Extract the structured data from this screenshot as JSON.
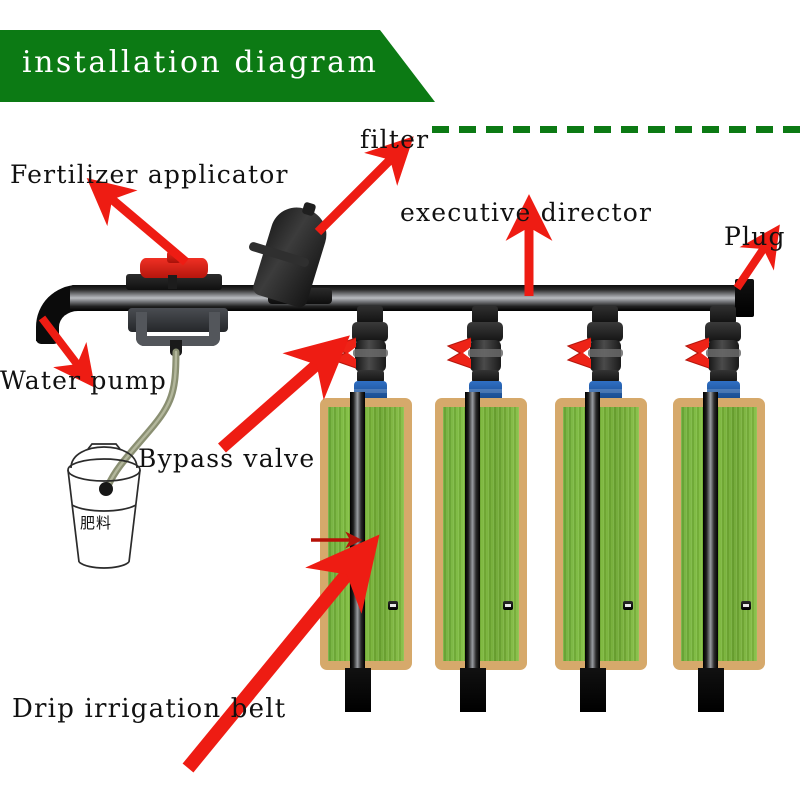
{
  "banner": {
    "title": "installation diagram",
    "bg_color": "#0c7a14",
    "text_color": "#ffffff",
    "dash_color": "#0c7a14"
  },
  "labels": {
    "fertilizer_applicator": "Fertilizer applicator",
    "filter": "filter",
    "executive_director": "executive director",
    "plug": "Plug",
    "water_pump": "Water pump",
    "bypass_valve": "Bypass valve",
    "drip_irrigation_belt": "Drip irrigation belt",
    "bucket_cn": "肥料"
  },
  "colors": {
    "arrow_red": "#ee1c13",
    "inner_arrow_red": "#b61108",
    "valve_handle_red": "#ee2317",
    "valve_body_black": "#1a1a1a",
    "collar_blue": "#2f6fc4",
    "panel_border_tan": "#d6a96b",
    "grass_green": "#7cba3c",
    "pipe_black": "#0b0b0b",
    "pipe_highlight": "#b9bcc0"
  },
  "diagram": {
    "type": "irrigation-installation-diagram",
    "main_pipe": {
      "label": "executive director",
      "orientation": "horizontal"
    },
    "components": [
      {
        "name": "water-pump",
        "label": "Water pump",
        "position": "left-end-elbow"
      },
      {
        "name": "fertilizer-applicator",
        "label": "Fertilizer applicator",
        "position": "left-on-pipe",
        "knob_color": "#ee2317"
      },
      {
        "name": "filter",
        "label": "filter",
        "position": "left-center-on-pipe",
        "tilt_deg": 17
      },
      {
        "name": "plug",
        "label": "Plug",
        "position": "right-end-cap"
      },
      {
        "name": "fertilizer-bucket",
        "label": "肥料",
        "position": "lower-left"
      }
    ],
    "branch_count": 4,
    "branches": [
      {
        "index": 1,
        "valve": "Bypass valve",
        "belt": "Drip irrigation belt",
        "drops": 4,
        "emitters": 1
      },
      {
        "index": 2,
        "valve": "Bypass valve",
        "belt": "Drip irrigation belt",
        "drops": 4,
        "emitters": 1
      },
      {
        "index": 3,
        "valve": "Bypass valve",
        "belt": "Drip irrigation belt",
        "drops": 4,
        "emitters": 1
      },
      {
        "index": 4,
        "valve": "Bypass valve",
        "belt": "Drip irrigation belt",
        "drops": 4,
        "emitters": 1
      }
    ]
  }
}
